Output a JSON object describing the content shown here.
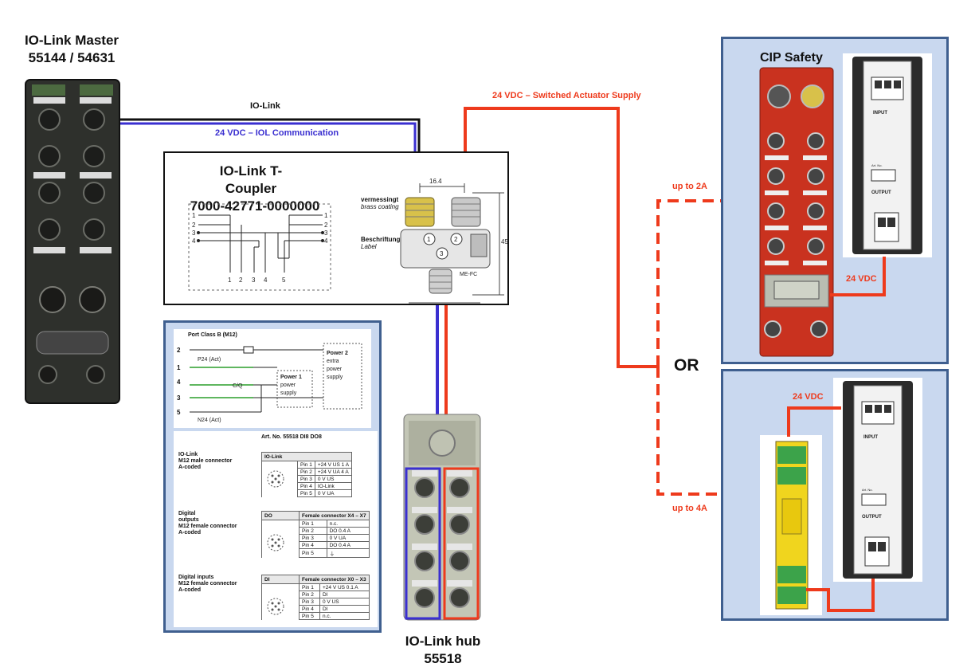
{
  "master": {
    "title_line1": "IO-Link Master",
    "title_line2": "55144 / 54631"
  },
  "wires": {
    "iolink": "IO-Link",
    "iol_comm": "24 VDC – IOL Communication",
    "switched_supply": "24 VDC – Switched Actuator Supply",
    "up_to_2a": "up to 2A",
    "up_to_4a": "up to 4A",
    "vdc_cip": "24 VDC",
    "vdc_relay": "24 VDC"
  },
  "coupler": {
    "title_line1": "IO-Link T-Coupler",
    "title_line2": "7000-42771-0000000",
    "dimension_top": "16.4",
    "dimension_side": "45",
    "brass_de": "vermessingt",
    "brass_en": "brass coating",
    "label_de": "Beschriftung",
    "label_en": "Label",
    "part_mark": "ME-FC",
    "pins_left": [
      "1",
      "2",
      "3",
      "4"
    ],
    "pins_right": [
      "1",
      "2",
      "3",
      "4"
    ],
    "pins_bottom": [
      "1",
      "2",
      "3",
      "4",
      "5"
    ],
    "port_numbers": [
      "1",
      "2",
      "3"
    ]
  },
  "datasheet": {
    "port_class": "Port Class B (M12)",
    "p24": "P24 (Act)",
    "cq": "C/Q",
    "n24": "N24 (Act)",
    "power1": [
      "Power 1",
      "power",
      "supply"
    ],
    "power2": [
      "Power 2",
      "extra",
      "power",
      "supply"
    ],
    "pin_marks": [
      "2",
      "1",
      "4",
      "3",
      "5"
    ],
    "art_no": "Art. No. 55518 DI8 DO8",
    "sections": [
      {
        "label": [
          "IO-Link",
          "M12 male connector",
          "A-coded"
        ],
        "header": "IO-Link",
        "subheader": "",
        "rows": [
          [
            "Pin 1",
            "+24 V US 1 A"
          ],
          [
            "Pin 2",
            "+24 V UA 4 A"
          ],
          [
            "Pin 3",
            "0 V US"
          ],
          [
            "Pin 4",
            "IO-Link"
          ],
          [
            "Pin 5",
            "0 V UA"
          ]
        ]
      },
      {
        "label": [
          "Digital",
          "outputs",
          "M12 female connector",
          "A-coded"
        ],
        "header": "DO",
        "subheader": "Female connector X4 – X7",
        "rows": [
          [
            "Pin 1",
            "n.c."
          ],
          [
            "Pin 2",
            "DO 0.4 A"
          ],
          [
            "Pin 3",
            "0 V UA"
          ],
          [
            "Pin 4",
            "DO 0.4 A"
          ],
          [
            "Pin 5",
            "⏚"
          ]
        ]
      },
      {
        "label": [
          "Digital inputs",
          "M12 female connector",
          "A-coded"
        ],
        "header": "DI",
        "subheader": "Female connector X0 – X3",
        "rows": [
          [
            "Pin 1",
            "+24 V US 0.1 A"
          ],
          [
            "Pin 2",
            "DI"
          ],
          [
            "Pin 3",
            "0 V US"
          ],
          [
            "Pin 4",
            "DI"
          ],
          [
            "Pin 5",
            "n.c."
          ]
        ]
      }
    ]
  },
  "hub": {
    "title_line1": "IO-Link hub",
    "title_line2": "55518"
  },
  "cip": {
    "title": "CIP Safety"
  },
  "or_label": "OR",
  "power_supply": {
    "input": "INPUT",
    "output": "OUTPUT",
    "art_no": "Art. No."
  },
  "colors": {
    "blue_wire": "#3a2fd0",
    "red_wire": "#ee3a1c",
    "panel_fill": "#c9d8ef",
    "panel_border": "#3f5f8f",
    "cip_red": "#c9321f"
  }
}
